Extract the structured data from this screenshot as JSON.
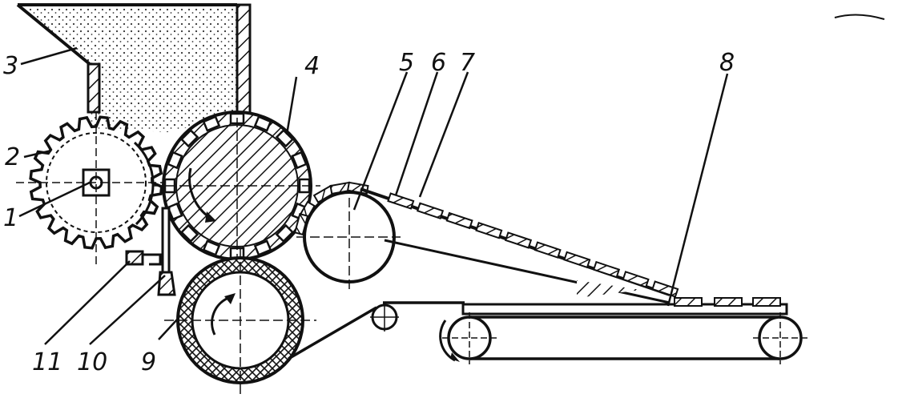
{
  "colors": {
    "ink": "#111111",
    "paper": "#ffffff",
    "fill_gray": "#e8e8e8"
  },
  "labels": [
    {
      "id": "1",
      "text": "1"
    },
    {
      "id": "2",
      "text": "2"
    },
    {
      "id": "3",
      "text": "3"
    },
    {
      "id": "4",
      "text": "4"
    },
    {
      "id": "5",
      "text": "5"
    },
    {
      "id": "6",
      "text": "6"
    },
    {
      "id": "7",
      "text": "7"
    },
    {
      "id": "8",
      "text": "8"
    },
    {
      "id": "9",
      "text": "9"
    },
    {
      "id": "10",
      "text": "10"
    },
    {
      "id": "11",
      "text": "11"
    }
  ]
}
